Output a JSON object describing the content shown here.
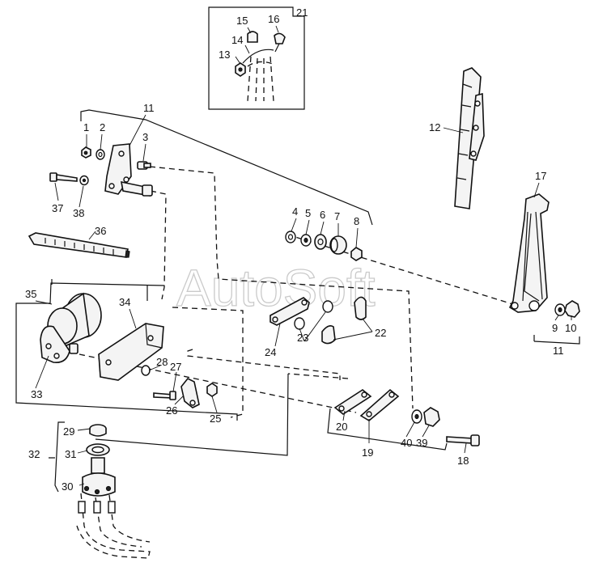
{
  "watermark": "AutoSoft",
  "callouts": {
    "c1": "1",
    "c2": "2",
    "c3": "3",
    "c4": "4",
    "c5": "5",
    "c6": "6",
    "c7": "7",
    "c8": "8",
    "c9": "9",
    "c10": "10",
    "c11a": "11",
    "c11b": "11",
    "c12": "12",
    "c13": "13",
    "c14": "14",
    "c15": "15",
    "c16": "16",
    "c17": "17",
    "c18": "18",
    "c19": "19",
    "c20": "20",
    "c21": "21",
    "c22": "22",
    "c23": "23",
    "c24": "24",
    "c25": "25",
    "c26": "26",
    "c27": "27",
    "c28": "28",
    "c29": "29",
    "c30": "30",
    "c31": "31",
    "c32": "32",
    "c33": "33",
    "c34": "34",
    "c35": "35",
    "c36": "36",
    "c37": "37",
    "c38": "38",
    "c39": "39",
    "c40": "40"
  }
}
